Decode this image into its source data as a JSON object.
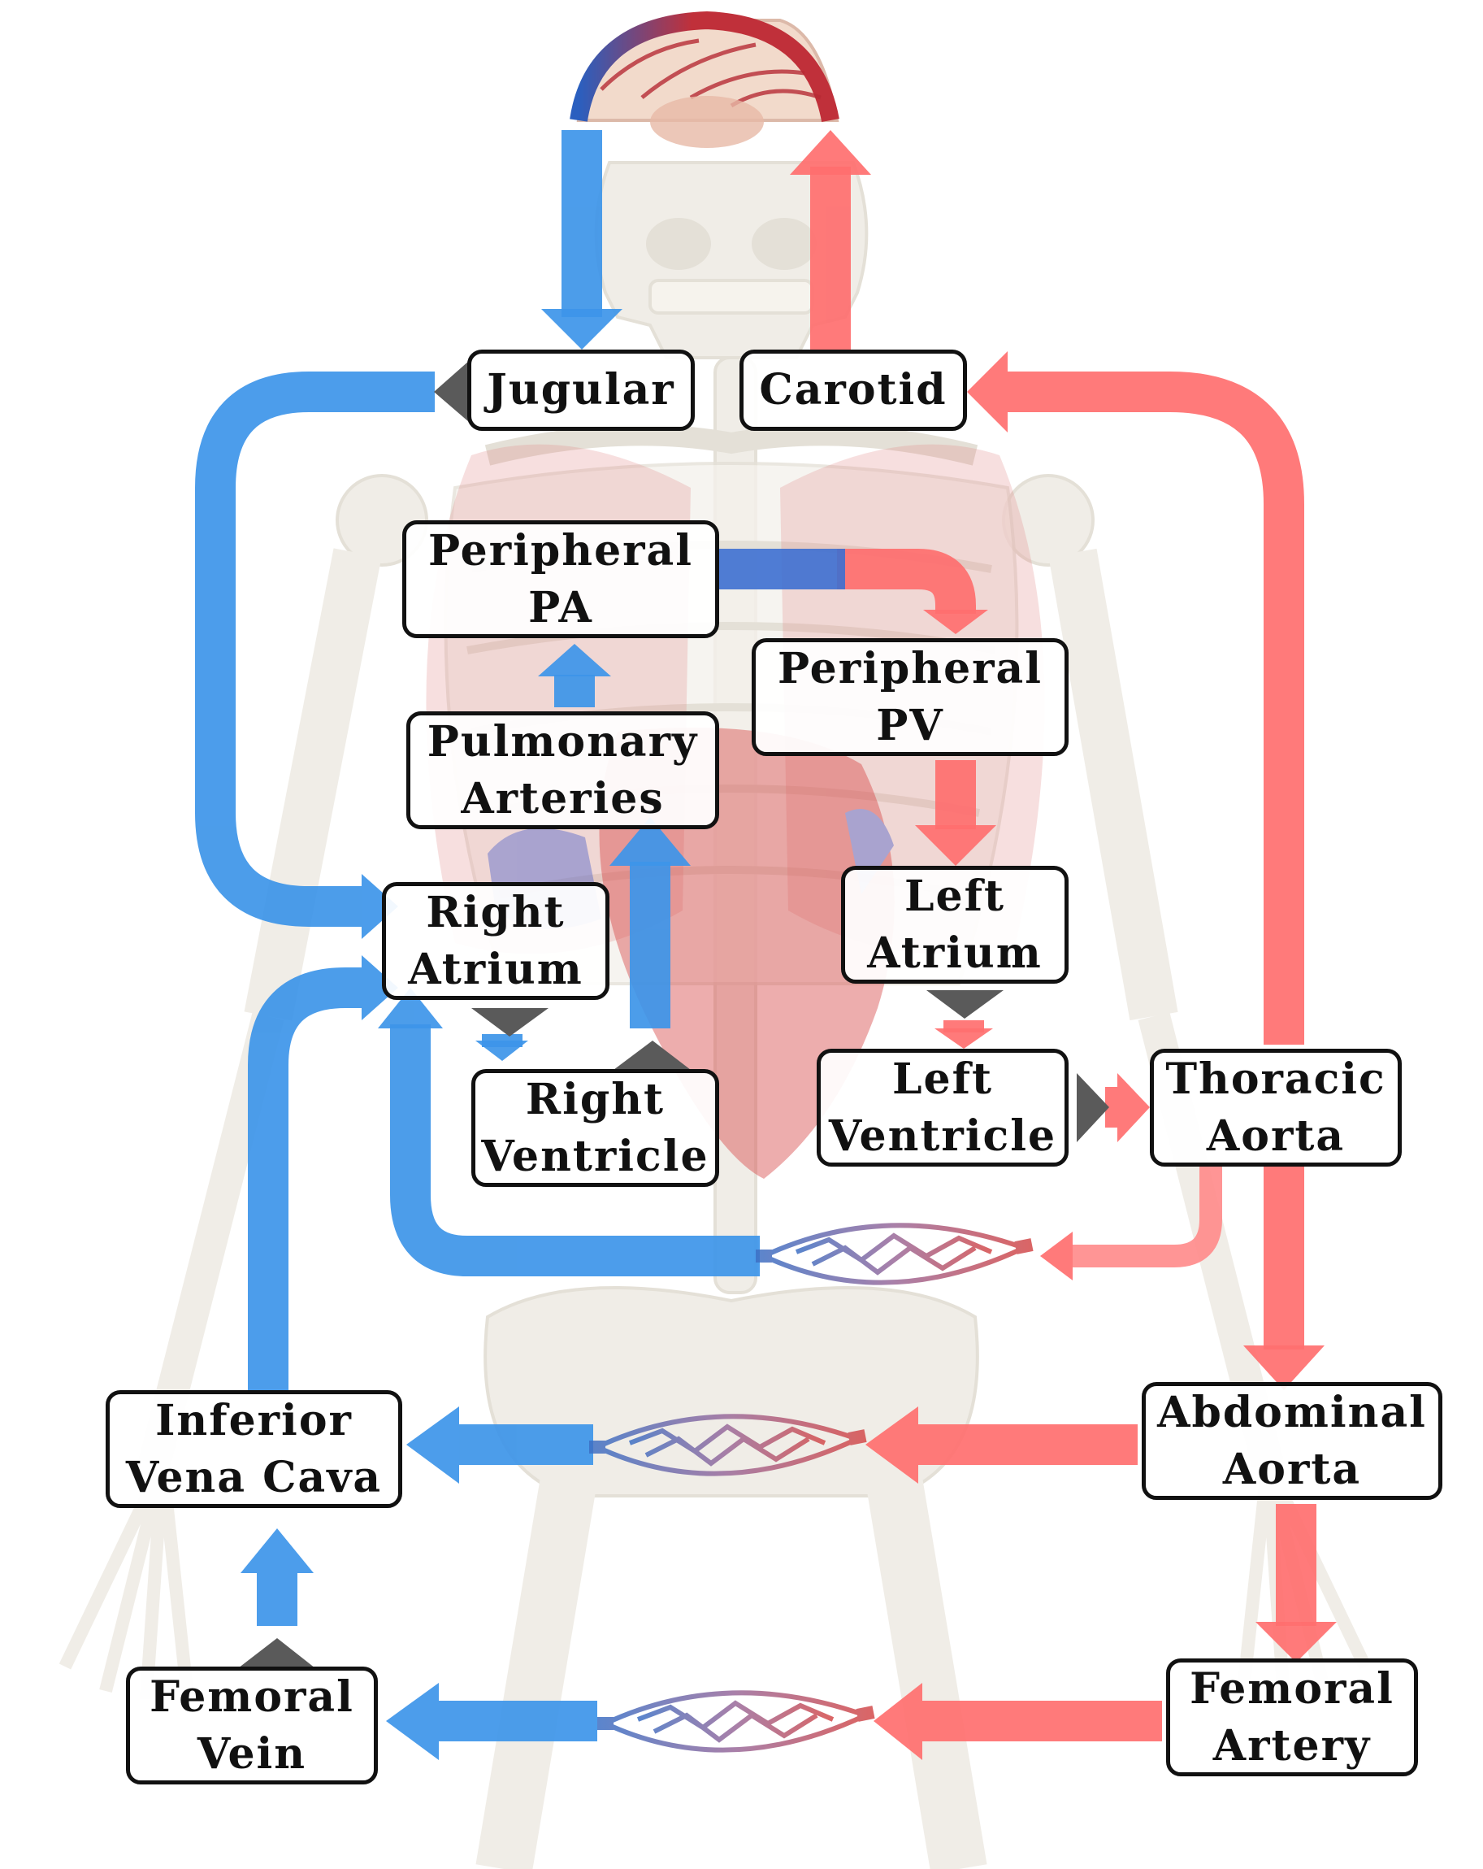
{
  "colors": {
    "venous": "#3d95e9",
    "arterial": "#ff6f6f",
    "valve": "#5a5a5a",
    "box_border": "#111111",
    "skeleton": "#ded9cf"
  },
  "nodes": {
    "jugular": "Jugular",
    "carotid": "Carotid",
    "peripheral_pa": "Peripheral\nPA",
    "peripheral_pv": "Peripheral\nPV",
    "pulmonary_arteries": "Pulmonary\nArteries",
    "right_atrium": "Right\nAtrium",
    "left_atrium": "Left\nAtrium",
    "right_ventricle": "Right\nVentricle",
    "left_ventricle": "Left\nVentricle",
    "thoracic_aorta": "Thoracic\nAorta",
    "inferior_vena_cava": "Inferior\nVena Cava",
    "abdominal_aorta": "Abdominal\nAorta",
    "femoral_vein": "Femoral\nVein",
    "femoral_artery": "Femoral\nArtery"
  },
  "icons": [
    "brain-icon",
    "skeleton-icon",
    "lungs-icon",
    "heart-icon",
    "capillary-bed-icon",
    "valve-icon"
  ]
}
